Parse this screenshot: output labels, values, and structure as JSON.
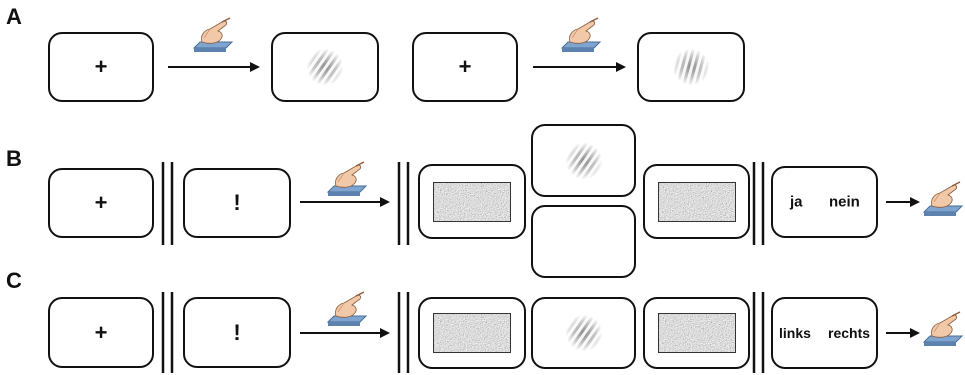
{
  "panels": {
    "a": {
      "label": "A",
      "fixation": "+"
    },
    "b": {
      "label": "B",
      "fixation": "+",
      "cue": "!",
      "response_yes": "ja",
      "response_no": "nein"
    },
    "c": {
      "label": "C",
      "fixation": "+",
      "cue": "!",
      "response_left": "links",
      "response_right": "rechts"
    }
  },
  "icons": {
    "hand_pressing_key": "hand-pressing-key-icon",
    "gabor_patch": "gabor-patch",
    "noise_mask": "noise-mask"
  },
  "colors": {
    "line": "#111111",
    "key": "#7fa4cf",
    "skin": "#f2c9a8"
  }
}
